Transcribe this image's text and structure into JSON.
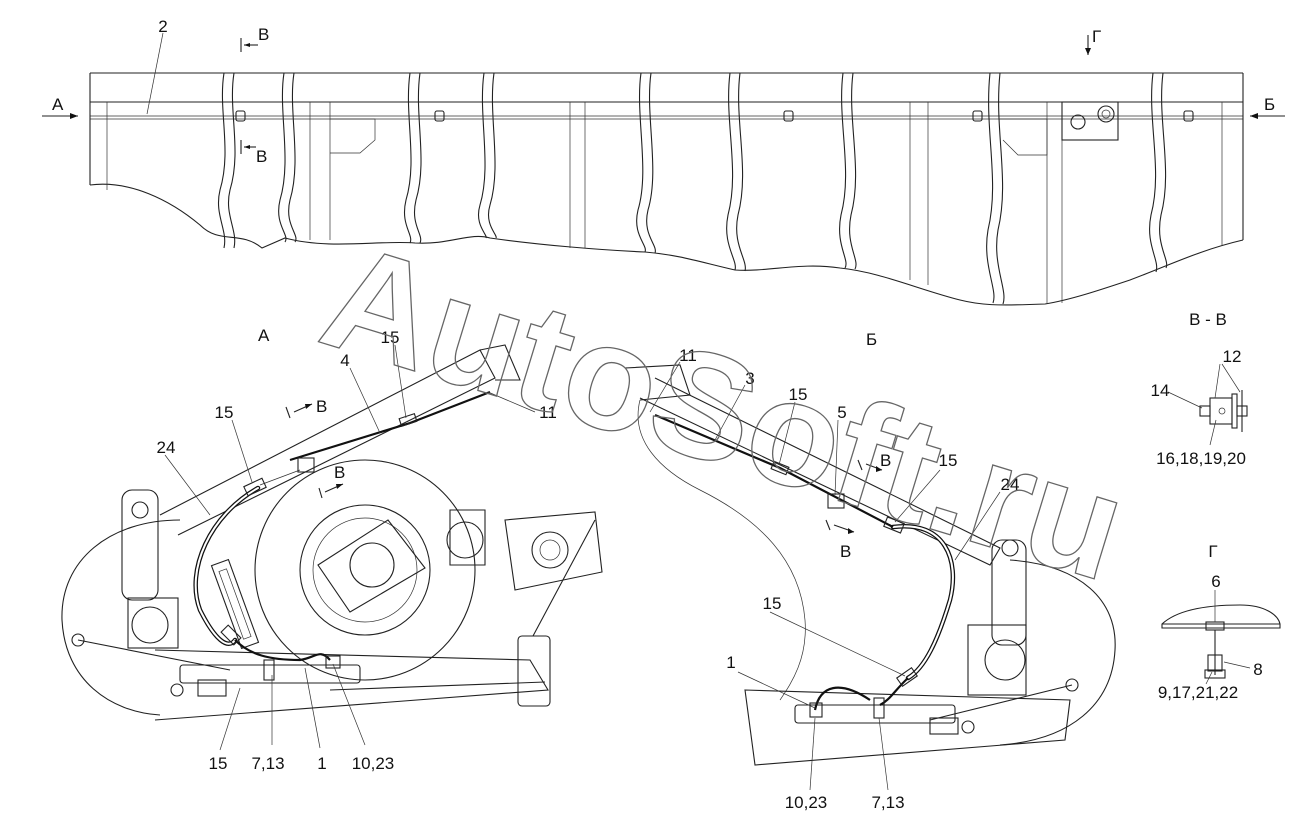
{
  "watermark": "AutoSoft.ru",
  "view_labels": {
    "view_a": "А",
    "view_b": "Б",
    "section_vv": "В - В",
    "view_g": "Г"
  },
  "section_markers": {
    "a": "А",
    "b": "Б",
    "v": "В",
    "g": "Г"
  },
  "callouts": {
    "top_2": "2",
    "a_15_top": "15",
    "a_4": "4",
    "a_11": "11",
    "a_15_left": "15",
    "a_24": "24",
    "a_15_bottom": "15",
    "a_7_13": "7,13",
    "a_1": "1",
    "a_10_23": "10,23",
    "b_11": "11",
    "b_3": "3",
    "b_15_top": "15",
    "b_5": "5",
    "b_15_right": "15",
    "b_24": "24",
    "b_15_mid": "15",
    "b_1": "1",
    "b_10_23": "10,23",
    "b_7_13": "7,13",
    "vv_12": "12",
    "vv_14": "14",
    "vv_16_18_19_20": "16,18,19,20",
    "g_6": "6",
    "g_8": "8",
    "g_9_17_21_22": "9,17,21,22"
  }
}
